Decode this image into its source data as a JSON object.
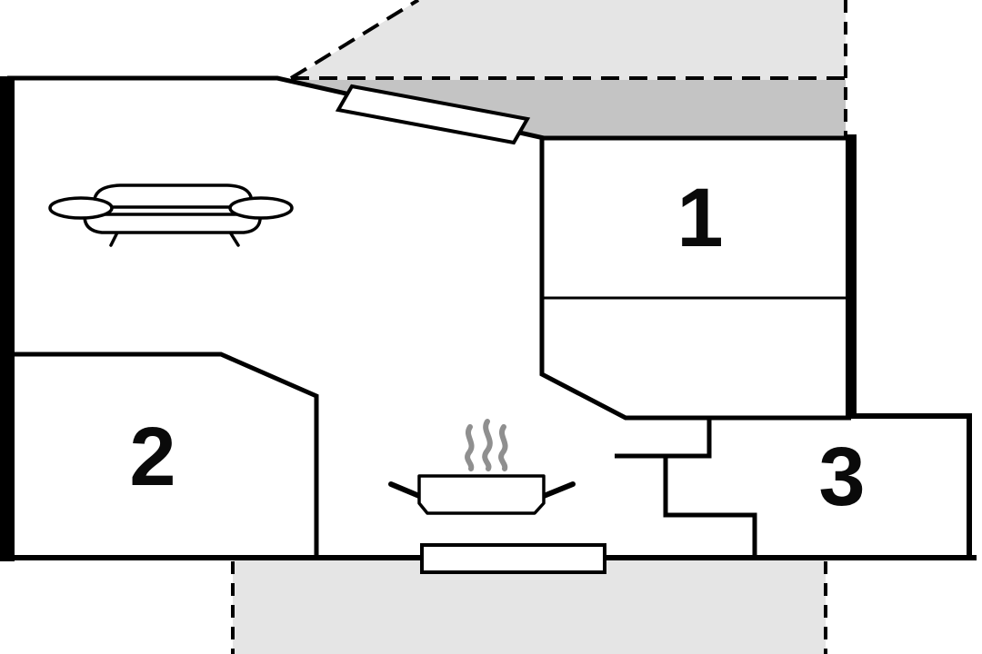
{
  "rooms": [
    {
      "id": "room-1",
      "label": "1"
    },
    {
      "id": "room-2",
      "label": "2"
    },
    {
      "id": "room-3",
      "label": "3"
    }
  ],
  "icons": [
    "sofa-icon",
    "cooking-pot-icon",
    "window-icon"
  ],
  "colors": {
    "wall": "#000000",
    "light_shade": "#e5e5e5",
    "dark_shade": "#c4c4c4",
    "steam": "#8f8f8f",
    "background": "#ffffff"
  }
}
